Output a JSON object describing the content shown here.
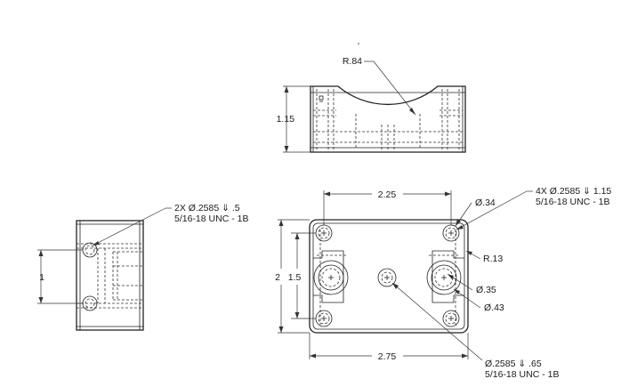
{
  "drawing": {
    "top_view": {
      "radius_callout": "R.84",
      "height_dim": "1.15"
    },
    "side_view": {
      "hole_callout_line1": "2X Ø.2585 ⇓ .5",
      "hole_callout_line2": "5/16-18 UNC - 1B",
      "spacing_dim": "1"
    },
    "front_view": {
      "width_top_dim": "2.25",
      "width_bottom_dim": "2.75",
      "height_outer_dim": "2",
      "height_inner_dim": "1.5",
      "small_counterbore_dia": "Ø.34",
      "hole_callout_4x_line1": "4X Ø.2585 ⇓ 1.15",
      "hole_callout_4x_line2": "5/16-18 UNC - 1B",
      "corner_radius": "R.13",
      "counterbore_dia": "Ø.35",
      "bore_dia": "Ø.43",
      "center_callout_line1": "Ø.2585 ⇓ .65",
      "center_callout_line2": "5/16-18 UNC - 1B"
    }
  }
}
